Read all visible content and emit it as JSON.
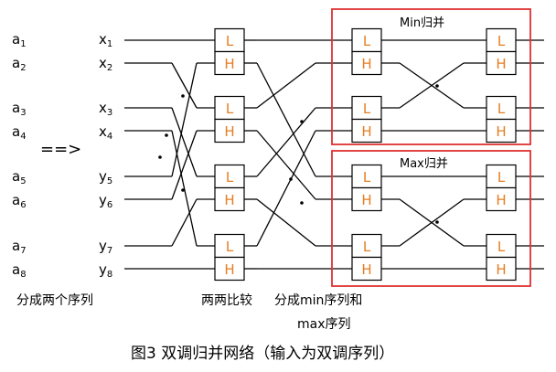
{
  "inputs_a": [
    {
      "base": "a",
      "sub": "1"
    },
    {
      "base": "a",
      "sub": "2"
    },
    {
      "base": "a",
      "sub": "3"
    },
    {
      "base": "a",
      "sub": "4"
    },
    {
      "base": "a",
      "sub": "5"
    },
    {
      "base": "a",
      "sub": "6"
    },
    {
      "base": "a",
      "sub": "7"
    },
    {
      "base": "a",
      "sub": "8"
    }
  ],
  "inputs_xy": [
    {
      "base": "x",
      "sub": "1"
    },
    {
      "base": "x",
      "sub": "2"
    },
    {
      "base": "x",
      "sub": "3"
    },
    {
      "base": "x",
      "sub": "4"
    },
    {
      "base": "y",
      "sub": "5"
    },
    {
      "base": "y",
      "sub": "6"
    },
    {
      "base": "y",
      "sub": "7"
    },
    {
      "base": "y",
      "sub": "8"
    }
  ],
  "arrow": "==>",
  "box_letters": {
    "low": "L",
    "high": "H"
  },
  "groups": {
    "min_title": "Min归并",
    "max_title": "Max归并"
  },
  "captions": {
    "split": "分成两个序列",
    "pairwise": "两两比较",
    "split_minmax_line1": "分成min序列和",
    "split_minmax_line2": "max序列"
  },
  "figure_caption": "图3 双调归并网络（输入为双调序列）",
  "colors": {
    "wire": "#000000",
    "box_stroke": "#000000",
    "box_fill": "#ffffff",
    "letter": "#e67e22",
    "group_border": "#e03030"
  }
}
